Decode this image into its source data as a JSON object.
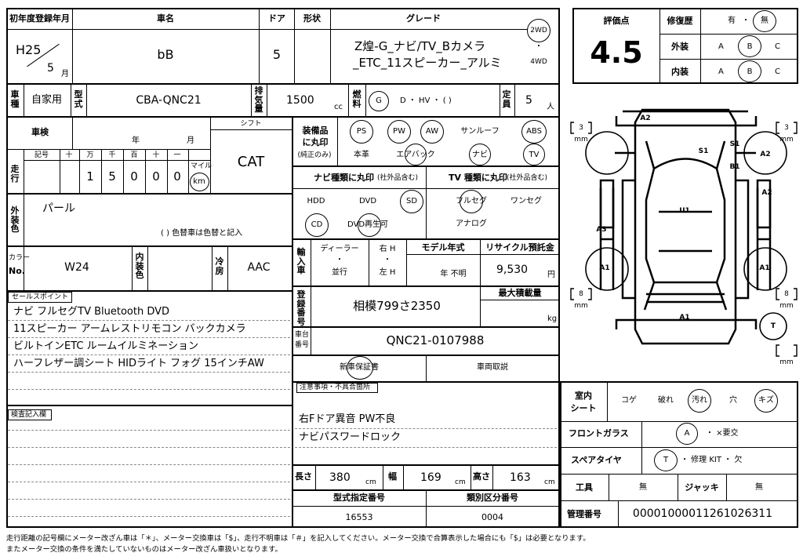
{
  "top": {
    "first_reg_label": "初年度登録年月",
    "first_reg_era": "H25",
    "first_reg_month": "5",
    "month_unit": "月",
    "car_name_label": "車名",
    "car_name": "bB",
    "door_label": "ドア",
    "doors": "5",
    "shape_label": "形状",
    "grade_label": "グレード",
    "grade_line1": "Z煌-G_ナビ/TV_Bカメラ",
    "grade_line2": "_ETC_11スピーカー_アルミ",
    "drive_2wd": "2WD",
    "drive_4wd": "4WD"
  },
  "score": {
    "label": "評価点",
    "value": "4.5",
    "repair_label": "修復歴",
    "repair_yes": "有",
    "repair_no": "無",
    "exterior_label": "外装",
    "interior_label": "内装",
    "grade_a": "A",
    "grade_b": "B",
    "grade_c": "C"
  },
  "row2": {
    "usage_label": "車種",
    "usage": "自家用",
    "model_label": "型式",
    "model": "CBA-QNC21",
    "displacement_label": "排気量",
    "displacement": "1500",
    "cc": "cc",
    "fuel_label": "燃料",
    "fuel_g": "G",
    "fuel_rest": "D ・ HV ・ (          )",
    "capacity_label": "定員",
    "capacity": "5",
    "person_unit": "人"
  },
  "inspection": {
    "label": "車検",
    "year_unit": "年",
    "month_unit": "月",
    "shift_label": "シフト",
    "shift": "CAT",
    "mileage_label": "走行",
    "odo_headers": [
      "記号",
      "十",
      "万",
      "千",
      "百",
      "十",
      "一"
    ],
    "odo_digits": [
      "1",
      "5",
      "0",
      "0",
      "0"
    ],
    "mile_label": "マイル",
    "km_label": "km"
  },
  "color": {
    "label": "外装色",
    "value": "パール",
    "change_note": "(          ) 色替車は色替と記入",
    "color_no_label": "カラーNo.",
    "color_no": "W24",
    "interior_color_label": "内装色",
    "ac_label": "冷房",
    "ac": "AAC"
  },
  "equipment": {
    "label": "装備品に丸印",
    "sub": "(純正のみ)",
    "items_row1": [
      "PS",
      "PW",
      "AW",
      "サンルーフ",
      "ABS"
    ],
    "items_row2": [
      "本革",
      "エアバック",
      "ナビ",
      "TV"
    ],
    "navi_title": "ナビ種類に丸印",
    "navi_sub": "(社外品含む)",
    "navi_items": [
      "HDD",
      "DVD",
      "SD",
      "CD",
      "DVD再生可"
    ],
    "tv_title": "TV 種類に丸印",
    "tv_sub": "(社外品含む)",
    "tv_items": [
      "フルセグ",
      "ワンセグ",
      "アナログ"
    ]
  },
  "import": {
    "label": "輸入車",
    "dealer": "ディーラー",
    "dot": "・",
    "parallel": "並行",
    "rh": "右 H",
    "lh": "左 H",
    "model_year_label": "モデル年式",
    "model_year_value": "年  不明",
    "recycle_label": "リサイクル預託金",
    "recycle": "9,530",
    "yen": "円",
    "reg_label": "登録番号",
    "reg_no": "相模799さ2350",
    "max_load_label": "最大積載量",
    "kg": "kg",
    "chassis_label": "車台番号",
    "chassis": "QNC21-0107988",
    "warranty": "新車保証書",
    "manual": "車両取説"
  },
  "sales": {
    "label": "セールスポイント",
    "lines": [
      "ナビ  フルセグTV  Bluetooth  DVD",
      "11スピーカー  アームレストリモコン  バックカメラ",
      "ビルトインETC  ルームイルミネーション",
      "ハーフレザー調シート  HIDライト  フォグ  15インチAW"
    ],
    "inspection_label": "検査記入欄"
  },
  "notes": {
    "label": "注意事項・不具合箇所",
    "lines": [
      "右Fドア異音  PW不良",
      "ナビパスワードロック"
    ]
  },
  "dims": {
    "length_label": "長さ",
    "length": "380",
    "width_label": "幅",
    "width": "169",
    "height_label": "高さ",
    "height": "163",
    "cm": "cm",
    "type_designation_label": "型式指定番号",
    "type_designation": "16553",
    "category_label": "類別区分番号",
    "category": "0004"
  },
  "condition": {
    "interior_label": "室内シート",
    "interior_items": [
      "コゲ",
      "破れ",
      "汚れ",
      "穴",
      "キズ"
    ],
    "windshield_label": "フロントガラス",
    "windshield_a": "A",
    "windshield_rest": "・  ×要交",
    "spare_label": "スペアタイヤ",
    "spare_t": "T",
    "spare_rest": "・  修理 KIT  ・  欠",
    "tools_label": "工具",
    "tools": "無",
    "jack_label": "ジャッキ",
    "jack": "無",
    "mgmt_label": "管理番号",
    "mgmt_no": "00001000011261026311"
  },
  "diagram": {
    "marks": [
      "A2",
      "S1",
      "S1",
      "B1",
      "A2",
      "A2",
      "U1",
      "A3",
      "A1",
      "A1",
      "A1",
      "T"
    ],
    "tire_depth": [
      "3",
      "3",
      "8",
      "8"
    ],
    "mm": "mm"
  },
  "footer": {
    "line1": "走行距離の記号欄にメーター改ざん車は「＊」、メーター交換車は「$」、走行不明車は「＃」を記入してください。メーター交換で合算表示した場合にも「$」は必要となります。",
    "line2": "またメーター交換の条件を満たしていないものはメーター改ざん車扱いとなります。"
  }
}
